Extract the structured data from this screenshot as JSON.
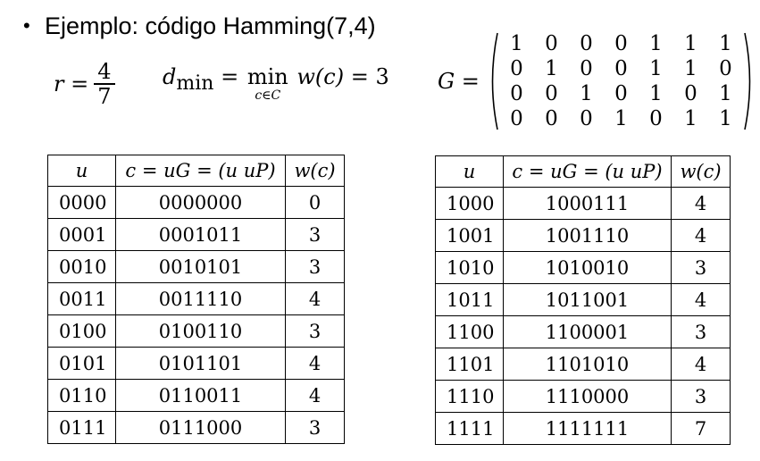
{
  "bullet": {
    "symbol": "•",
    "text": "Ejemplo: código Hamming(7,4)"
  },
  "rate": {
    "lhs": "r =",
    "numerator": "4",
    "denominator": "7"
  },
  "dmin": {
    "lhs": "d",
    "lhs_sub": "min",
    "eq1": "=",
    "op": "min",
    "op_under": "c∈C",
    "func": "w(c)",
    "eq2": "=",
    "value": "3"
  },
  "matrix": {
    "label": "G =",
    "rows": [
      [
        "1",
        "0",
        "0",
        "0",
        "1",
        "1",
        "1"
      ],
      [
        "0",
        "1",
        "0",
        "0",
        "1",
        "1",
        "0"
      ],
      [
        "0",
        "0",
        "1",
        "0",
        "1",
        "0",
        "1"
      ],
      [
        "0",
        "0",
        "0",
        "1",
        "0",
        "1",
        "1"
      ]
    ]
  },
  "headers": {
    "u": "u",
    "c": "c = uG = (u uP)",
    "w": "w(c)"
  },
  "table_left": [
    {
      "u": "0000",
      "c": "0000000",
      "w": "0"
    },
    {
      "u": "0001",
      "c": "0001011",
      "w": "3"
    },
    {
      "u": "0010",
      "c": "0010101",
      "w": "3"
    },
    {
      "u": "0011",
      "c": "0011110",
      "w": "4"
    },
    {
      "u": "0100",
      "c": "0100110",
      "w": "3"
    },
    {
      "u": "0101",
      "c": "0101101",
      "w": "4"
    },
    {
      "u": "0110",
      "c": "0110011",
      "w": "4"
    },
    {
      "u": "0111",
      "c": "0111000",
      "w": "3"
    }
  ],
  "table_right": [
    {
      "u": "1000",
      "c": "1000111",
      "w": "4"
    },
    {
      "u": "1001",
      "c": "1001110",
      "w": "4"
    },
    {
      "u": "1010",
      "c": "1010010",
      "w": "3"
    },
    {
      "u": "1011",
      "c": "1011001",
      "w": "4"
    },
    {
      "u": "1100",
      "c": "1100001",
      "w": "3"
    },
    {
      "u": "1101",
      "c": "1101010",
      "w": "4"
    },
    {
      "u": "1110",
      "c": "1110000",
      "w": "3"
    },
    {
      "u": "1111",
      "c": "1111111",
      "w": "7"
    }
  ]
}
